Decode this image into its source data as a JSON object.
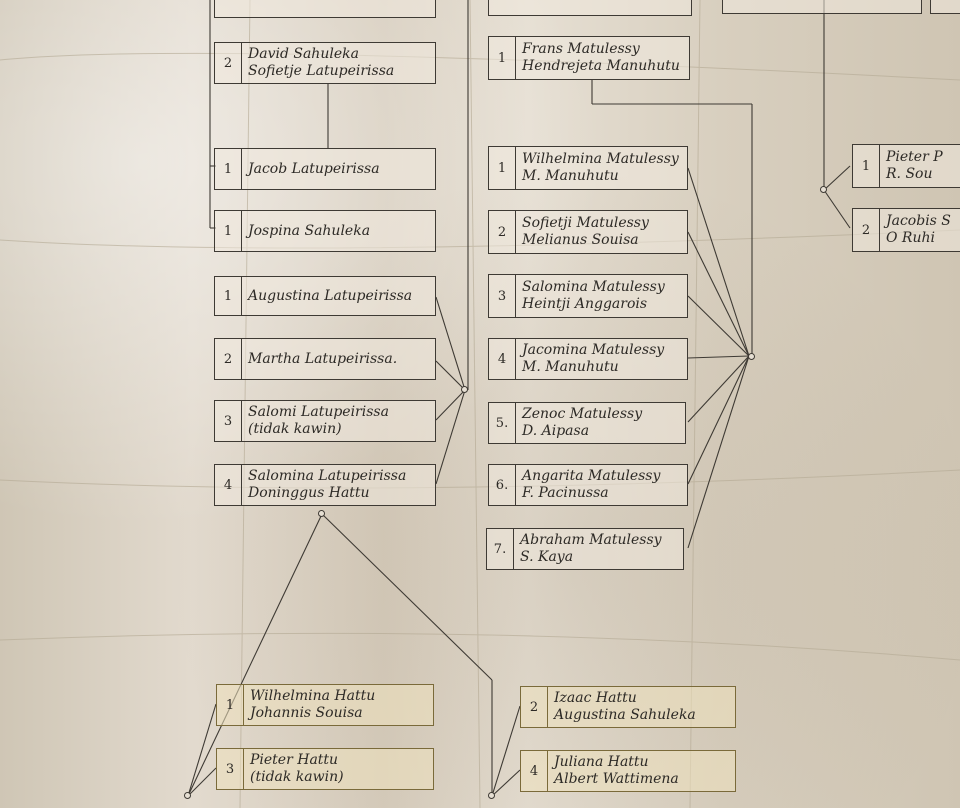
{
  "boxes": [
    {
      "id": "david",
      "num": "2",
      "lines": [
        "David Sahuleka",
        "Sofietje Latupeirissa"
      ]
    },
    {
      "id": "jacob",
      "num": "1",
      "lines": [
        "Jacob Latupeirissa"
      ]
    },
    {
      "id": "jospina",
      "num": "1",
      "lines": [
        "Jospina Sahuleka"
      ]
    },
    {
      "id": "augustina",
      "num": "1",
      "lines": [
        "Augustina Latupeirissa"
      ]
    },
    {
      "id": "martha",
      "num": "2",
      "lines": [
        "Martha Latupeirissa."
      ]
    },
    {
      "id": "salomi",
      "num": "3",
      "lines": [
        "Salomi Latupeirissa",
        "(tidak kawin)"
      ]
    },
    {
      "id": "salomina",
      "num": "4",
      "lines": [
        "Salomina Latupeirissa",
        "Doninggus Hattu"
      ]
    },
    {
      "id": "frans",
      "num": "1",
      "lines": [
        "Frans Matulessy",
        "Hendrejeta Manuhutu"
      ]
    },
    {
      "id": "wilhelmina-m",
      "num": "1",
      "lines": [
        "Wilhelmina Matulessy",
        "M. Manuhutu"
      ]
    },
    {
      "id": "sofietji",
      "num": "2",
      "lines": [
        "Sofietji Matulessy",
        "Melianus Souisa"
      ]
    },
    {
      "id": "salomina-m",
      "num": "3",
      "lines": [
        "Salomina Matulessy",
        "Heintji Anggarois"
      ]
    },
    {
      "id": "jacomina",
      "num": "4",
      "lines": [
        "Jacomina Matulessy",
        "M. Manuhutu"
      ]
    },
    {
      "id": "zenoc",
      "num": "5.",
      "lines": [
        "Zenoc Matulessy",
        "D. Aipasa"
      ]
    },
    {
      "id": "angarita",
      "num": "6.",
      "lines": [
        "Angarita Matulessy",
        "F. Pacinussa"
      ]
    },
    {
      "id": "abraham",
      "num": "7.",
      "lines": [
        "Abraham Matulessy",
        "S. Kaya"
      ]
    },
    {
      "id": "pieter-r",
      "num": "1",
      "lines": [
        "Pieter P",
        "R. Sou"
      ]
    },
    {
      "id": "jacobis",
      "num": "2",
      "lines": [
        "Jacobis S",
        "O Ruhi"
      ]
    },
    {
      "id": "wilhelmina-h",
      "num": "1",
      "lines": [
        "Wilhelmina Hattu",
        "Johannis Souisa"
      ]
    },
    {
      "id": "pieter-h",
      "num": "3",
      "lines": [
        "Pieter Hattu",
        "(tidak kawin)"
      ]
    },
    {
      "id": "izaac",
      "num": "2",
      "lines": [
        "Izaac Hattu",
        "Augustina Sahuleka"
      ]
    },
    {
      "id": "juliana",
      "num": "4",
      "lines": [
        "Juliana Hattu",
        "Albert Wattimena"
      ]
    }
  ],
  "marriage_mark": "×"
}
